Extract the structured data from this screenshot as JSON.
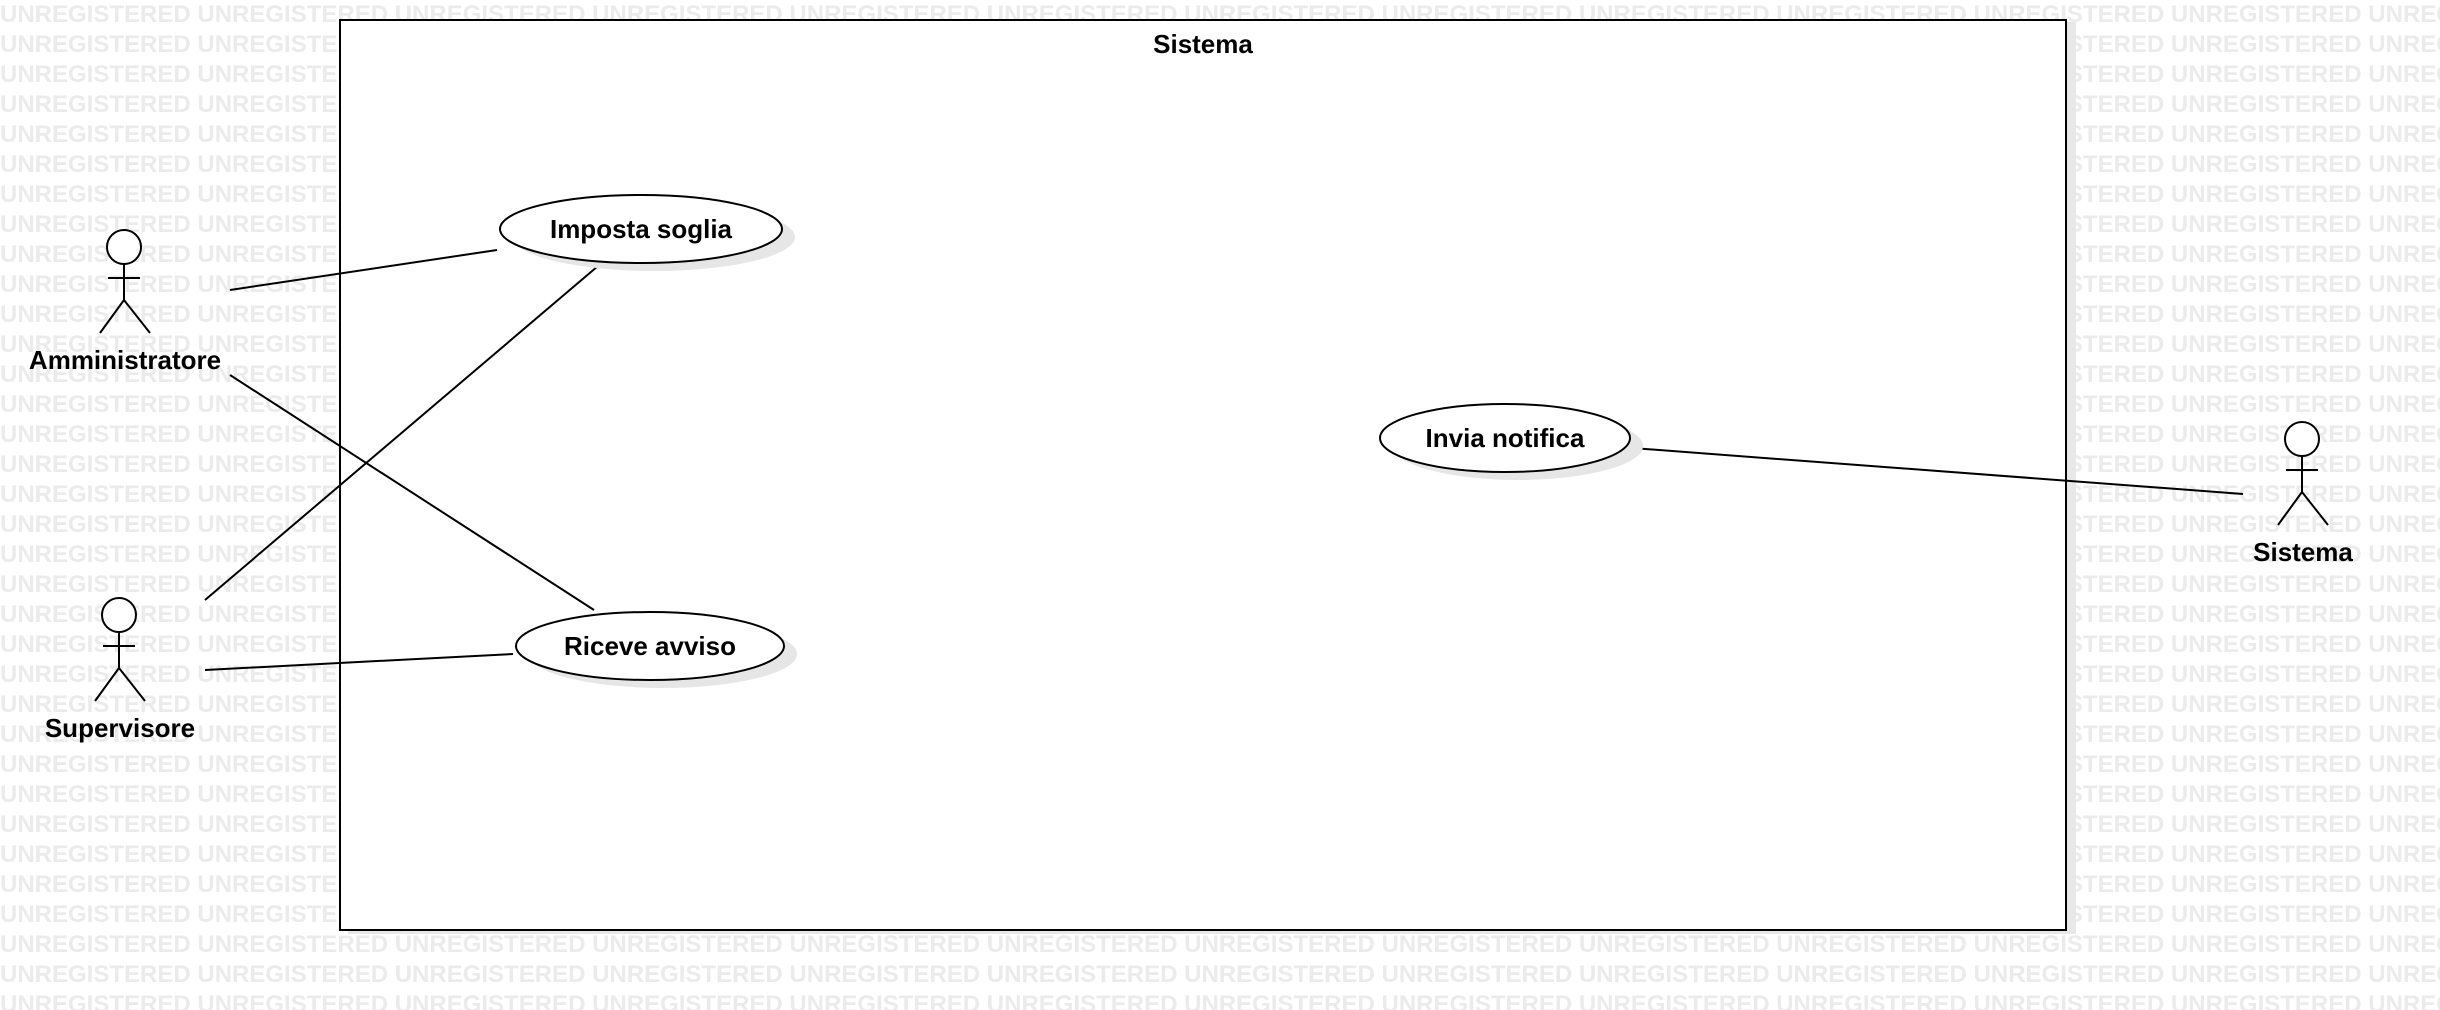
{
  "watermark": {
    "text": "UNREGISTERED"
  },
  "system_boundary": {
    "title": "Sistema"
  },
  "use_cases": {
    "imposta_soglia": "Imposta soglia",
    "riceve_avviso": "Riceve avviso",
    "invia_notifica": "Invia notifica"
  },
  "actors": {
    "amministratore": "Amministratore",
    "supervisore": "Supervisore",
    "sistema": "Sistema"
  },
  "colors": {
    "line": "#000000",
    "shadow": "#e6e6e6",
    "watermark": "#ebebeb",
    "background": "#ffffff"
  }
}
